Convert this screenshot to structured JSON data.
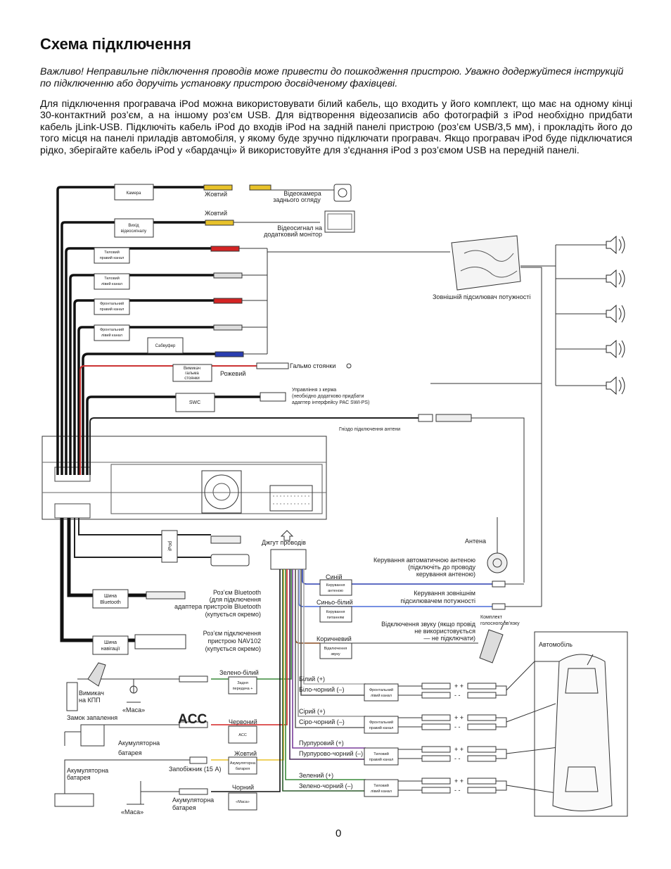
{
  "title": "Схема підключення",
  "warning": "Важливо! Неправильне підключення проводів може привести до пошкодження пристрою. Уважно додержуйтеся інструкцій по підключенню або доручіть установку пристрою досвідченому фахівцеві.",
  "intro": "Для підключення програвача iPod можна використовувати білий кабель, що входить у його комплект, що має на одному кінці 30-контактний роз’єм, а на іншому роз’єм USB. Для відтворення відеозаписів або фотографій з iPod необхідно придбати кабель jLink-USB. Підключіть кабель iPod до входів iPod на задній панелі пристрою (роз’єм USB/3,5 мм), і прокладіть його до того місця на  панелі приладів автомобіля, у якому буде зручно підключати програвач. Якщо програвач iPod буде підключатися рідко, зберігайте кабель iPod у «бардачці» й використовуйте для з'єднання iPod з роз’ємом USB на передній панелі.",
  "page_number": "0",
  "diagram": {
    "boxes": {
      "camera": "Камера",
      "video_out_1": "Вихід",
      "video_out_2": "відеосигналу",
      "rear_right_1": "Тиловий",
      "rear_right_2": "правий канал",
      "rear_left_1": "Тиловий",
      "rear_left_2": "лівий канал",
      "front_right_1": "Фронтальний",
      "front_right_2": "правий канал",
      "front_left_1": "Фронтальний",
      "front_left_2": "лівий канал",
      "subwoofer": "Сабвуфер",
      "brake_1": "Вимикач",
      "brake_2": "гальма",
      "brake_3": "стоянки",
      "swc": "SWC",
      "ipod": "iPod",
      "bt_1": "Шина",
      "bt_2": "Bluetooth",
      "nav_1": "Шина",
      "nav_2": "навігації",
      "reverse_1": "Задня",
      "reverse_2": "передача +",
      "acc": "ACC",
      "battery_1": "Акумуляторна",
      "battery_2": "батарея",
      "ground": "«Маса»",
      "antenna_ctrl_1": "Керування",
      "antenna_ctrl_2": "антеною",
      "power_ctrl_1": "Керування",
      "power_ctrl_2": "питанням",
      "mute_1": "Відключення",
      "mute_2": "звуку",
      "sp_front_left_1": "Фронтальний",
      "sp_front_left_2": "лівий канал",
      "sp_front_right_1": "Фронтальний",
      "sp_front_right_2": "правий канал",
      "sp_rear_right_1": "Тиловий",
      "sp_rear_right_2": "правий канал",
      "sp_rear_left_1": "Тиловий",
      "sp_rear_left_2": "лівий канал"
    },
    "labels": {
      "yellow_1": "Жовтий",
      "rear_camera_1": "Відеокамера",
      "rear_camera_2": "заднього огляду",
      "yellow_2": "Жовтий",
      "monitor_1": "Відеосигнал на",
      "monitor_2": "додатковий монітор",
      "amplifier": "Зовнішній підсилювач потужності",
      "pink": "Рожевий",
      "parking_brake": "Гальмо стоянки",
      "steering_1": "Управління з керма",
      "steering_2": "(необхідно додатково придбати",
      "steering_3": "адаптер інтерфейсу PAC SWI-PS)",
      "antenna_jack": "Гніздо підключення антени",
      "harness": "Джгут проводів",
      "antenna": "Антена",
      "blue": "Синій",
      "auto_antenna_1": "Керування автоматичною антеною",
      "auto_antenna_2": "(підключіть до проводу",
      "auto_antenna_3": "керування антеною)",
      "blue_white": "Синьо-білий",
      "amp_ctrl_1": "Керування зовнішнім",
      "amp_ctrl_2": "підсилювачем потужності",
      "headset_1": "Комплект",
      "headset_2": "голосного зв'язку",
      "brown": "Коричневий",
      "mute_1": "Відключення звуку (якщо провід",
      "mute_2": "не використовується",
      "mute_3": "— не підключати)",
      "bt_1": "Роз’єм Bluetooth",
      "bt_2": "(для підключення",
      "bt_3": "адаптера пристроїв Bluetooth",
      "bt_4": "(купується окремо)",
      "nav_1": "Роз’єм підключення",
      "nav_2": "пристрою NAV102",
      "nav_3": "(купується окремо)",
      "car": "Автомобіль",
      "green_white": "Зелено-білий",
      "gear_1": "Вимикач",
      "gear_2": "на КПП",
      "ground_1": "«Маса»",
      "ignition": "Замок запалення",
      "red": "Червоний",
      "acc_big": "ACC",
      "battery_a1": "Акумуляторна",
      "battery_a2": "батарея",
      "yellow_3": "Жовтий",
      "fuse": "Запобіжник (15 A)",
      "battery_b1": "Акумуляторна",
      "battery_b2": "батарея",
      "black": "Чорний",
      "battery_c1": "Акумуляторна",
      "battery_c2": "батарея",
      "ground_2": "«Маса»",
      "white_plus": "Білий (+)",
      "white_black": "Біло-чорний (–)",
      "gray_plus": "Сірий (+)",
      "gray_black": "Сіро-чорний (–)",
      "purple_plus": "Пурпуровий (+)",
      "purple_black": "Пурпурово-чорний (–)",
      "green_plus": "Зелений (+)",
      "green_black": "Зелено-чорний (–)"
    }
  }
}
